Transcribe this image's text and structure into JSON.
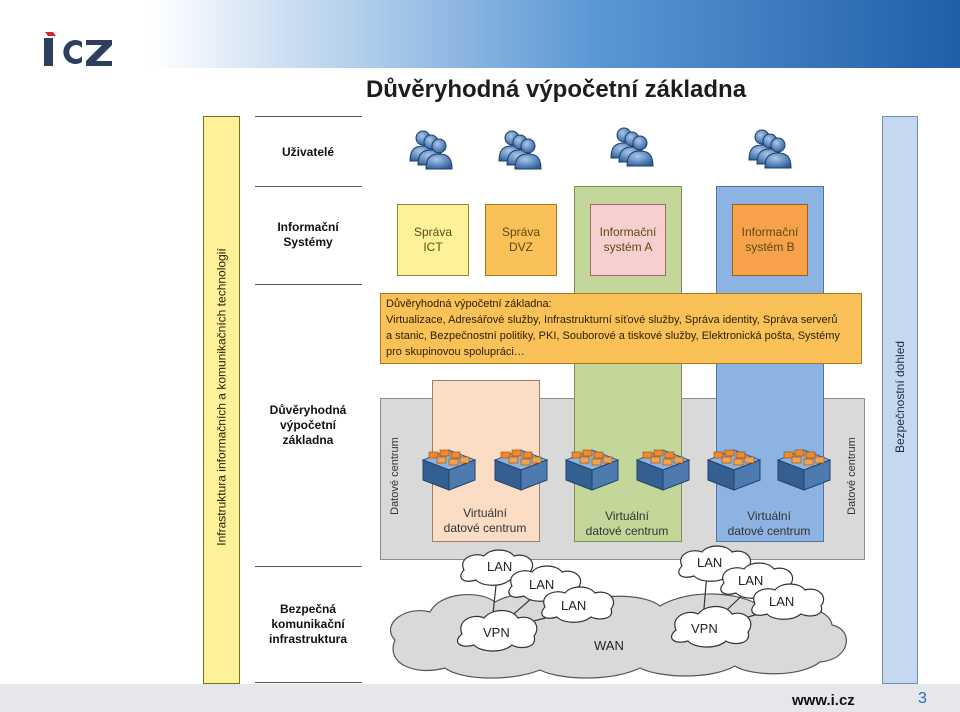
{
  "logo_text": "ICZ",
  "title": "Důvěryhodná výpočetní základna",
  "left_bar": "Infrastruktura informačních a komunikačních technologií",
  "right_bar": "Bezpečnostní dohled",
  "rows": {
    "users": "Uživatelé",
    "info_systems": [
      "Informační",
      "Systémy"
    ],
    "tvz": [
      "Důvěryhodná",
      "výpočetní",
      "základna"
    ],
    "comm": [
      "Bezpečná",
      "komunikační",
      "infrastruktura"
    ]
  },
  "boxes": {
    "sprava_ict": [
      "Správa",
      "ICT"
    ],
    "sprava_dvz": [
      "Správa",
      "DVZ"
    ],
    "is_a": [
      "Informační",
      "systém A"
    ],
    "is_b": [
      "Informační",
      "systém B"
    ]
  },
  "tvz_text": {
    "heading": "Důvěryhodná výpočetní základna:",
    "line1": "Virtualizace, Adresářové služby, Infrastrukturní síťové služby, Správa identity, Správa serverů",
    "line2": "a stanic, Bezpečnostní politiky, PKI, Souborové a tiskové služby, Elektronická pošta, Systémy",
    "line3": "pro skupinovou spolupráci…"
  },
  "datacenter": "Datové centrum",
  "virtual_dc": [
    "Virtuální",
    "datové centrum"
  ],
  "network": {
    "lan": "LAN",
    "vpn": "VPN",
    "wan": "WAN"
  },
  "footer": {
    "url": "www.i.cz",
    "page": "3"
  },
  "colors": {
    "yellow": "#fdf19a",
    "orange": "#f9c157",
    "peach": "#fbdcc4",
    "green": "#c4d79b",
    "blue": "#8db3e2",
    "gray": "#d9d9d9",
    "security_blue": "#c6d8f0"
  }
}
